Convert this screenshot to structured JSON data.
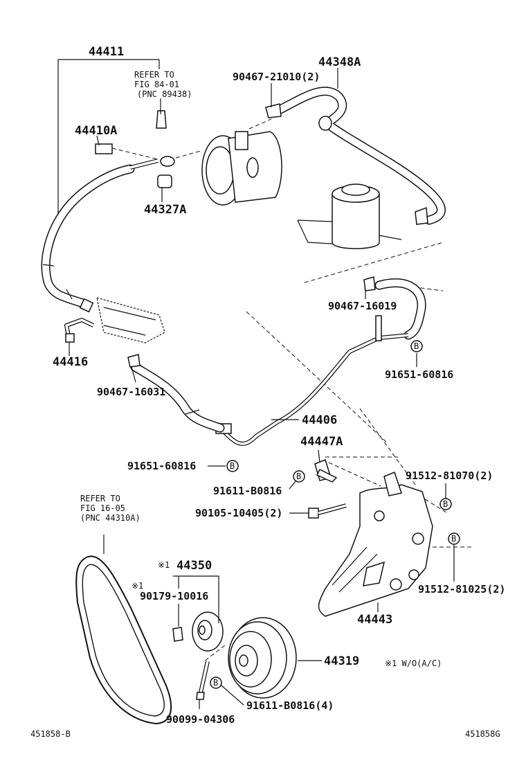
{
  "parts": {
    "p44411": "44411",
    "p44348A": "44348A",
    "p90467_21010": "90467-21010(2)",
    "p44410A": "44410A",
    "p44327A": "44327A",
    "p90467_16019": "90467-16019",
    "p44416": "44416",
    "p91651_60816_right": "91651-60816",
    "p90467_16031": "90467-16031",
    "p44406": "44406",
    "p44447A": "44447A",
    "p91651_60816_left": "91651-60816",
    "p91512_81070": "91512-81070(2)",
    "p91611_B0816": "91611-B0816",
    "p90105_10405": "90105-10405(2)",
    "p44350": "44350",
    "p90179_10016": "90179-10016",
    "p91512_81025": "91512-81025(2)",
    "p44443": "44443",
    "p44319": "44319",
    "p91611_B0816_4": "91611-B0816(4)",
    "p90099_04306": "90099-04306"
  },
  "refs": {
    "top": {
      "line1": "REFER TO",
      "line2": "FIG 84-01",
      "line3": "(PNC 89438)"
    },
    "belt": {
      "line1": "REFER TO",
      "line2": "FIG 16-05",
      "line3": "(PNC 44310A)"
    }
  },
  "marks": {
    "star_44350": "※1",
    "star_90179": "※1",
    "note": "※1 W/O(A/C)",
    "bolt_b": "B"
  },
  "footer": {
    "left_code": "451858-B",
    "right_code": "451858G"
  }
}
